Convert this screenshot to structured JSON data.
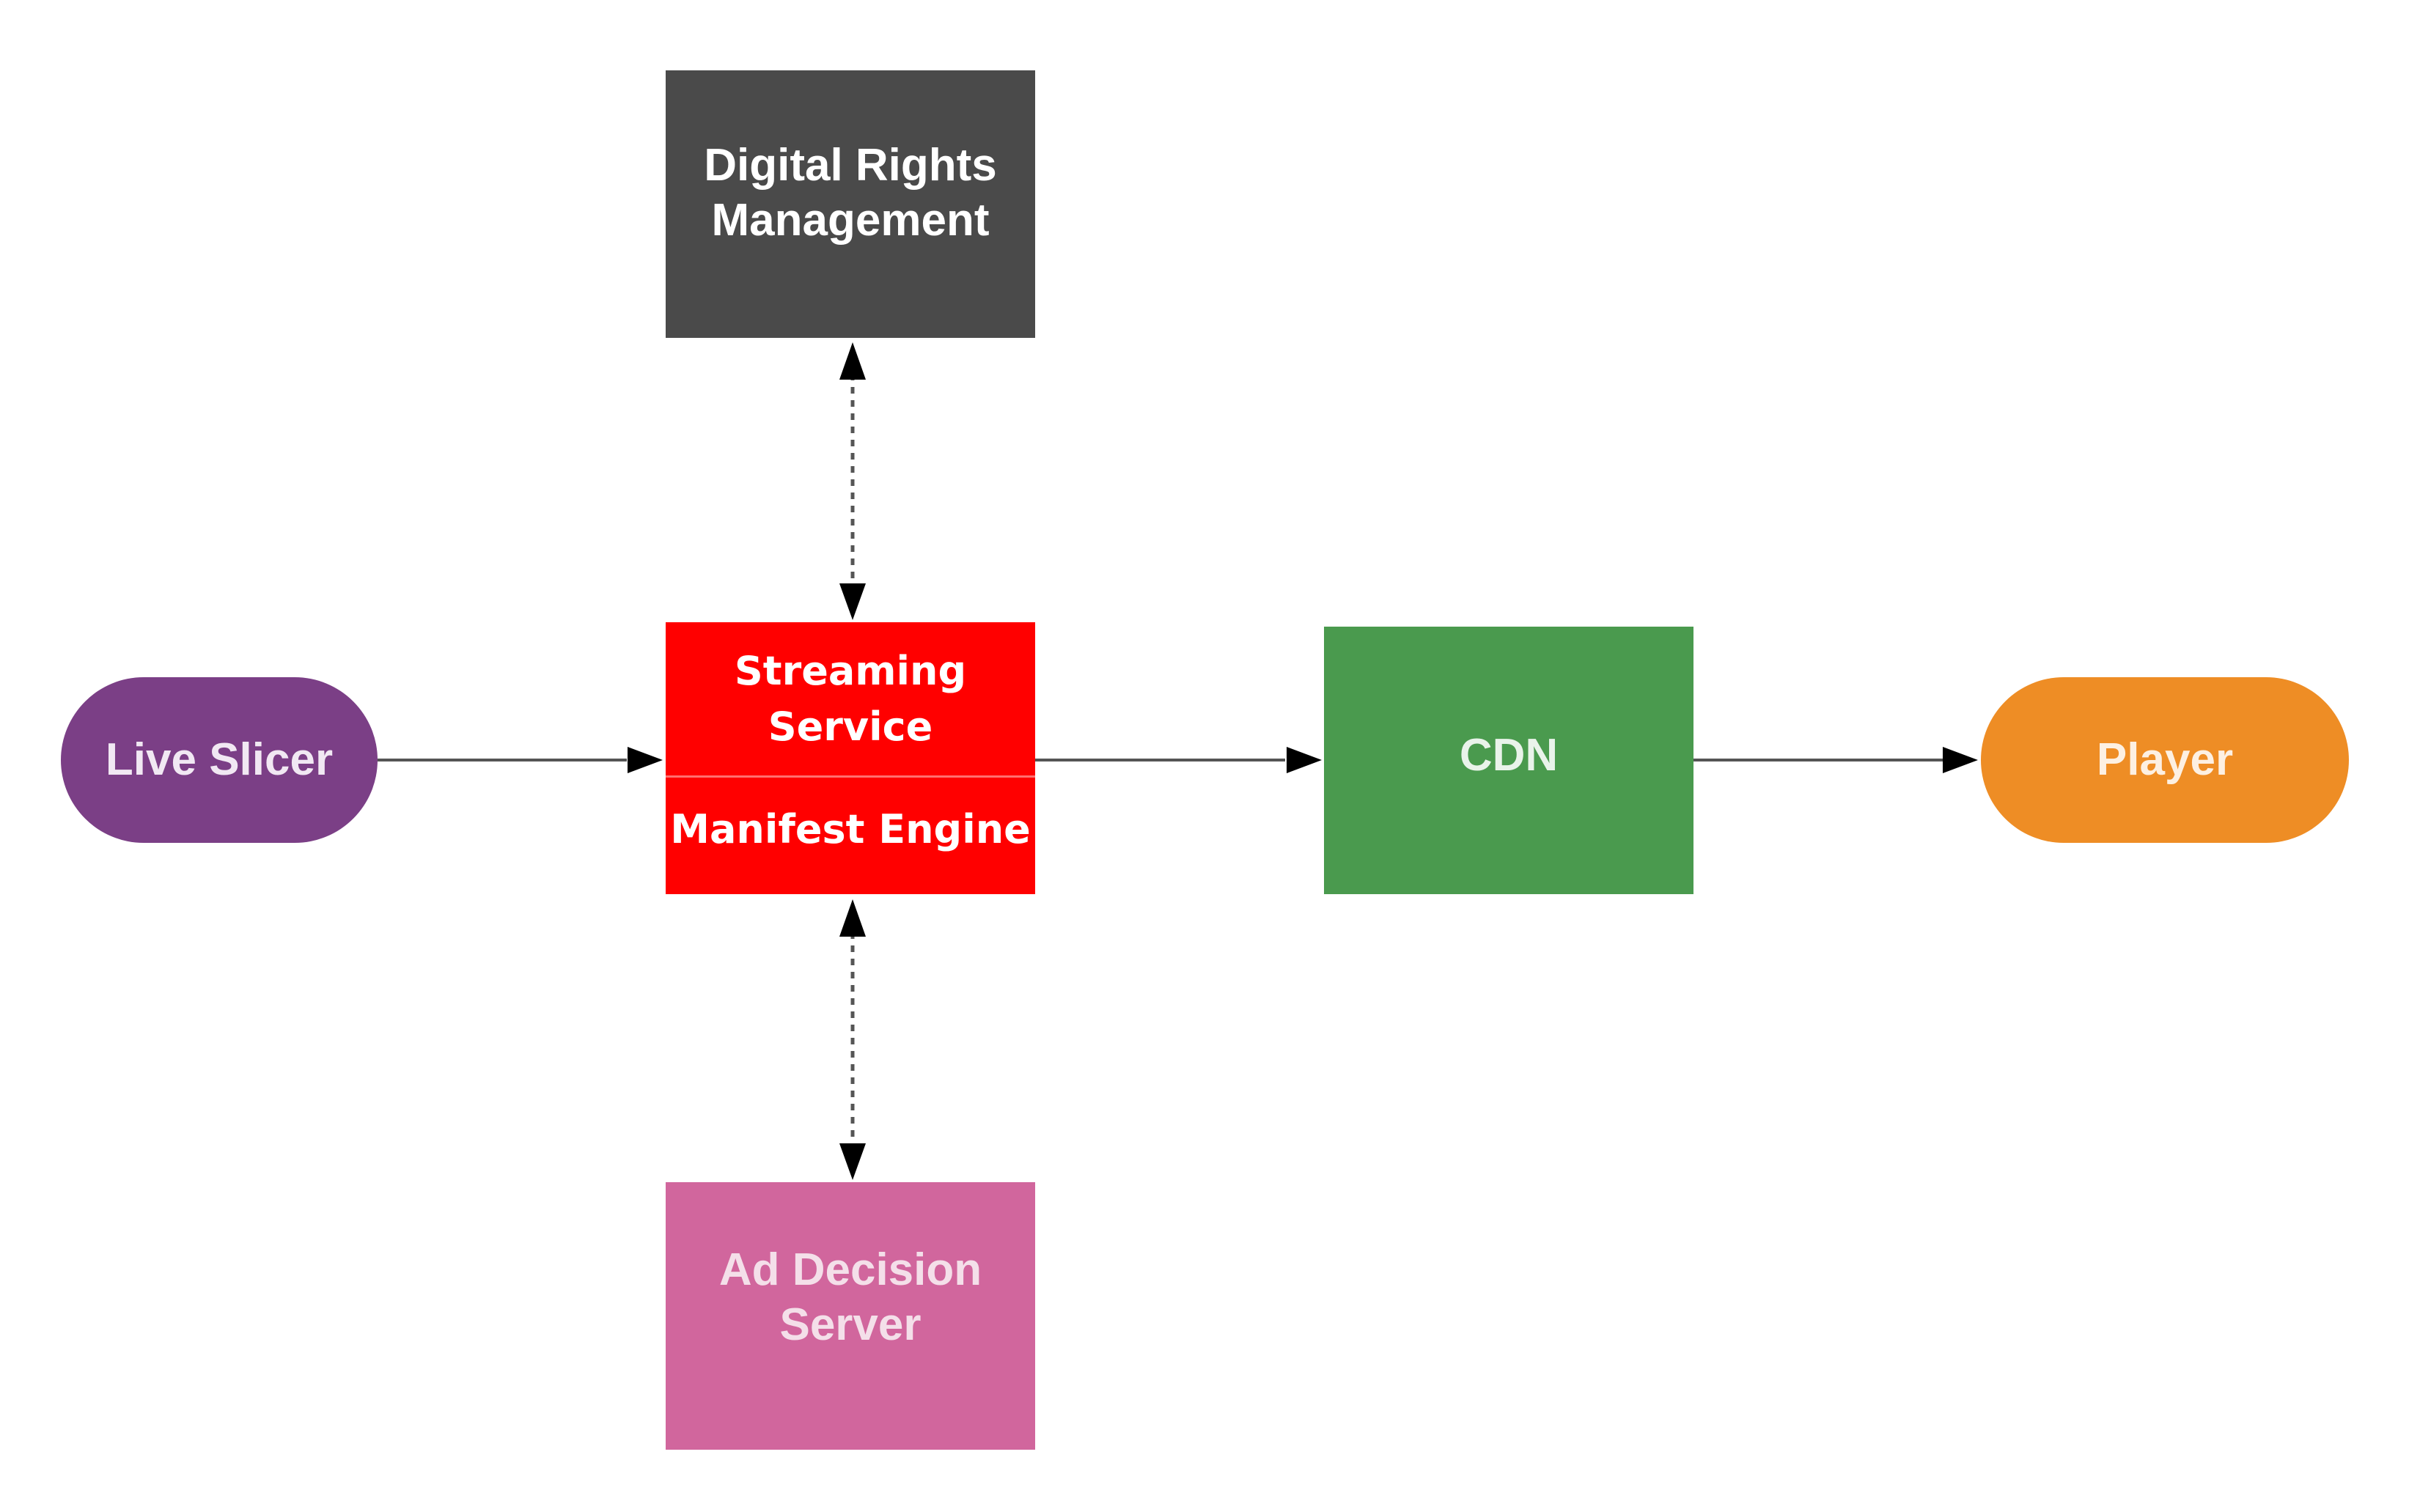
{
  "nodes": {
    "drm": {
      "line1": "Digital Rights",
      "line2": "Management",
      "color": "#4a4a4a"
    },
    "streaming": {
      "line1": "Streaming",
      "line2": "Service",
      "sub": "Manifest Engine",
      "color": "#ff0000"
    },
    "ads": {
      "line1": "Ad Decision",
      "line2": "Server",
      "color": "#d1669d"
    },
    "cdn": {
      "label": "CDN",
      "color": "#4a9a4e"
    },
    "slicer": {
      "label": "Live Slicer",
      "color": "#7b3f86"
    },
    "player": {
      "label": "Player",
      "color": "#ee8d25"
    }
  },
  "edges": [
    {
      "from": "slicer",
      "to": "streaming",
      "style": "solid",
      "direction": "forward"
    },
    {
      "from": "streaming",
      "to": "cdn",
      "style": "solid",
      "direction": "forward"
    },
    {
      "from": "cdn",
      "to": "player",
      "style": "solid",
      "direction": "forward"
    },
    {
      "from": "drm",
      "to": "streaming",
      "style": "dotted",
      "direction": "both"
    },
    {
      "from": "streaming",
      "to": "ads",
      "style": "dotted",
      "direction": "both"
    }
  ]
}
